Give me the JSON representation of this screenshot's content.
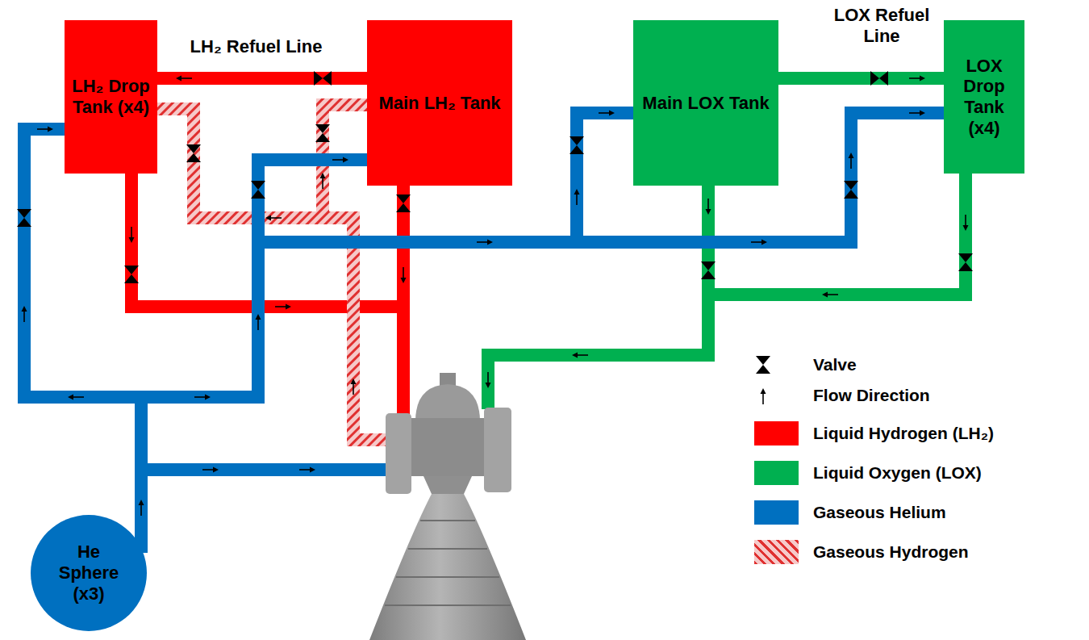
{
  "diagram": {
    "nodes": [
      {
        "text": [
          "LH₂ Drop Tank (x4)"
        ]
      },
      {
        "text": [
          "Main LH₂ Tank"
        ]
      },
      {
        "text": [
          "Main LOX Tank"
        ]
      },
      {
        "text": [
          "LOX Drop Tank (x4)"
        ]
      },
      {
        "text": [
          "He Sphere (x3)"
        ]
      }
    ],
    "edges": [
      {
        "from": 1,
        "to": 0,
        "arrow": "to"
      },
      {
        "from": 2,
        "to": 3,
        "arrow": "to"
      },
      {
        "from": 4,
        "to": 0,
        "arrow": "to"
      },
      {
        "from": 4,
        "to": 1,
        "arrow": "to"
      },
      {
        "from": 4,
        "to": 2,
        "arrow": "to"
      },
      {
        "from": 4,
        "to": 3,
        "arrow": "to"
      }
    ],
    "labels": [
      "LH₂ Refuel Line",
      "LOX Refuel Line"
    ],
    "legend": [
      {
        "text": "Valve"
      },
      {
        "text": "Flow Direction"
      },
      {
        "text": "Liquid Hydrogen (LH₂)",
        "color": "#ff0000"
      },
      {
        "text": "Liquid Oxygen (LOX)",
        "color": "#00b050"
      },
      {
        "text": "Gaseous Helium",
        "color": "#0070c0"
      },
      {
        "text": "Gaseous Hydrogen"
      }
    ]
  }
}
